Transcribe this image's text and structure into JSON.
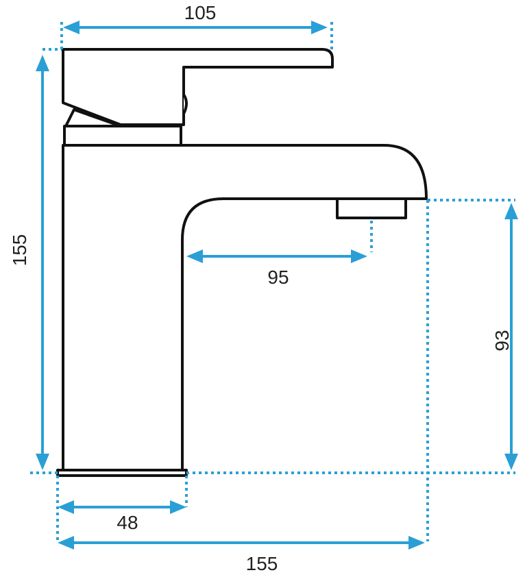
{
  "colors": {
    "dimension": "#2a9fd6",
    "outline": "#111111",
    "text": "#222222"
  },
  "dimensions": {
    "top_width": "105",
    "total_height": "155",
    "reach": "95",
    "spout_height": "93",
    "base_width": "48",
    "total_depth": "155"
  }
}
